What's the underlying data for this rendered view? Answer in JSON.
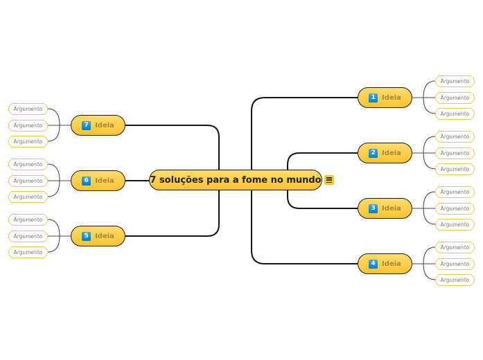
{
  "central": {
    "title": "7 soluções para a fome no mundo"
  },
  "ideas": [
    {
      "num": "1",
      "label": "Ideia",
      "args": [
        "Argumento",
        "Argumento",
        "Argumento"
      ]
    },
    {
      "num": "2",
      "label": "Ideia",
      "args": [
        "Argumento",
        "Argumento",
        "Argumento"
      ]
    },
    {
      "num": "3",
      "label": "Ideia",
      "args": [
        "Argumento",
        "Argumento",
        "Argumento"
      ]
    },
    {
      "num": "4",
      "label": "Ideia",
      "args": [
        "Argumento",
        "Argumento",
        "Argumento"
      ]
    },
    {
      "num": "5",
      "label": "Ideia",
      "args": [
        "Argumento",
        "Argumento",
        "Argumento"
      ]
    },
    {
      "num": "6",
      "label": "Ideia",
      "args": [
        "Argumento",
        "Argumento",
        "Argumento"
      ]
    },
    {
      "num": "7",
      "label": "Ideia",
      "args": [
        "Argumento",
        "Argumento",
        "Argumento"
      ]
    }
  ]
}
